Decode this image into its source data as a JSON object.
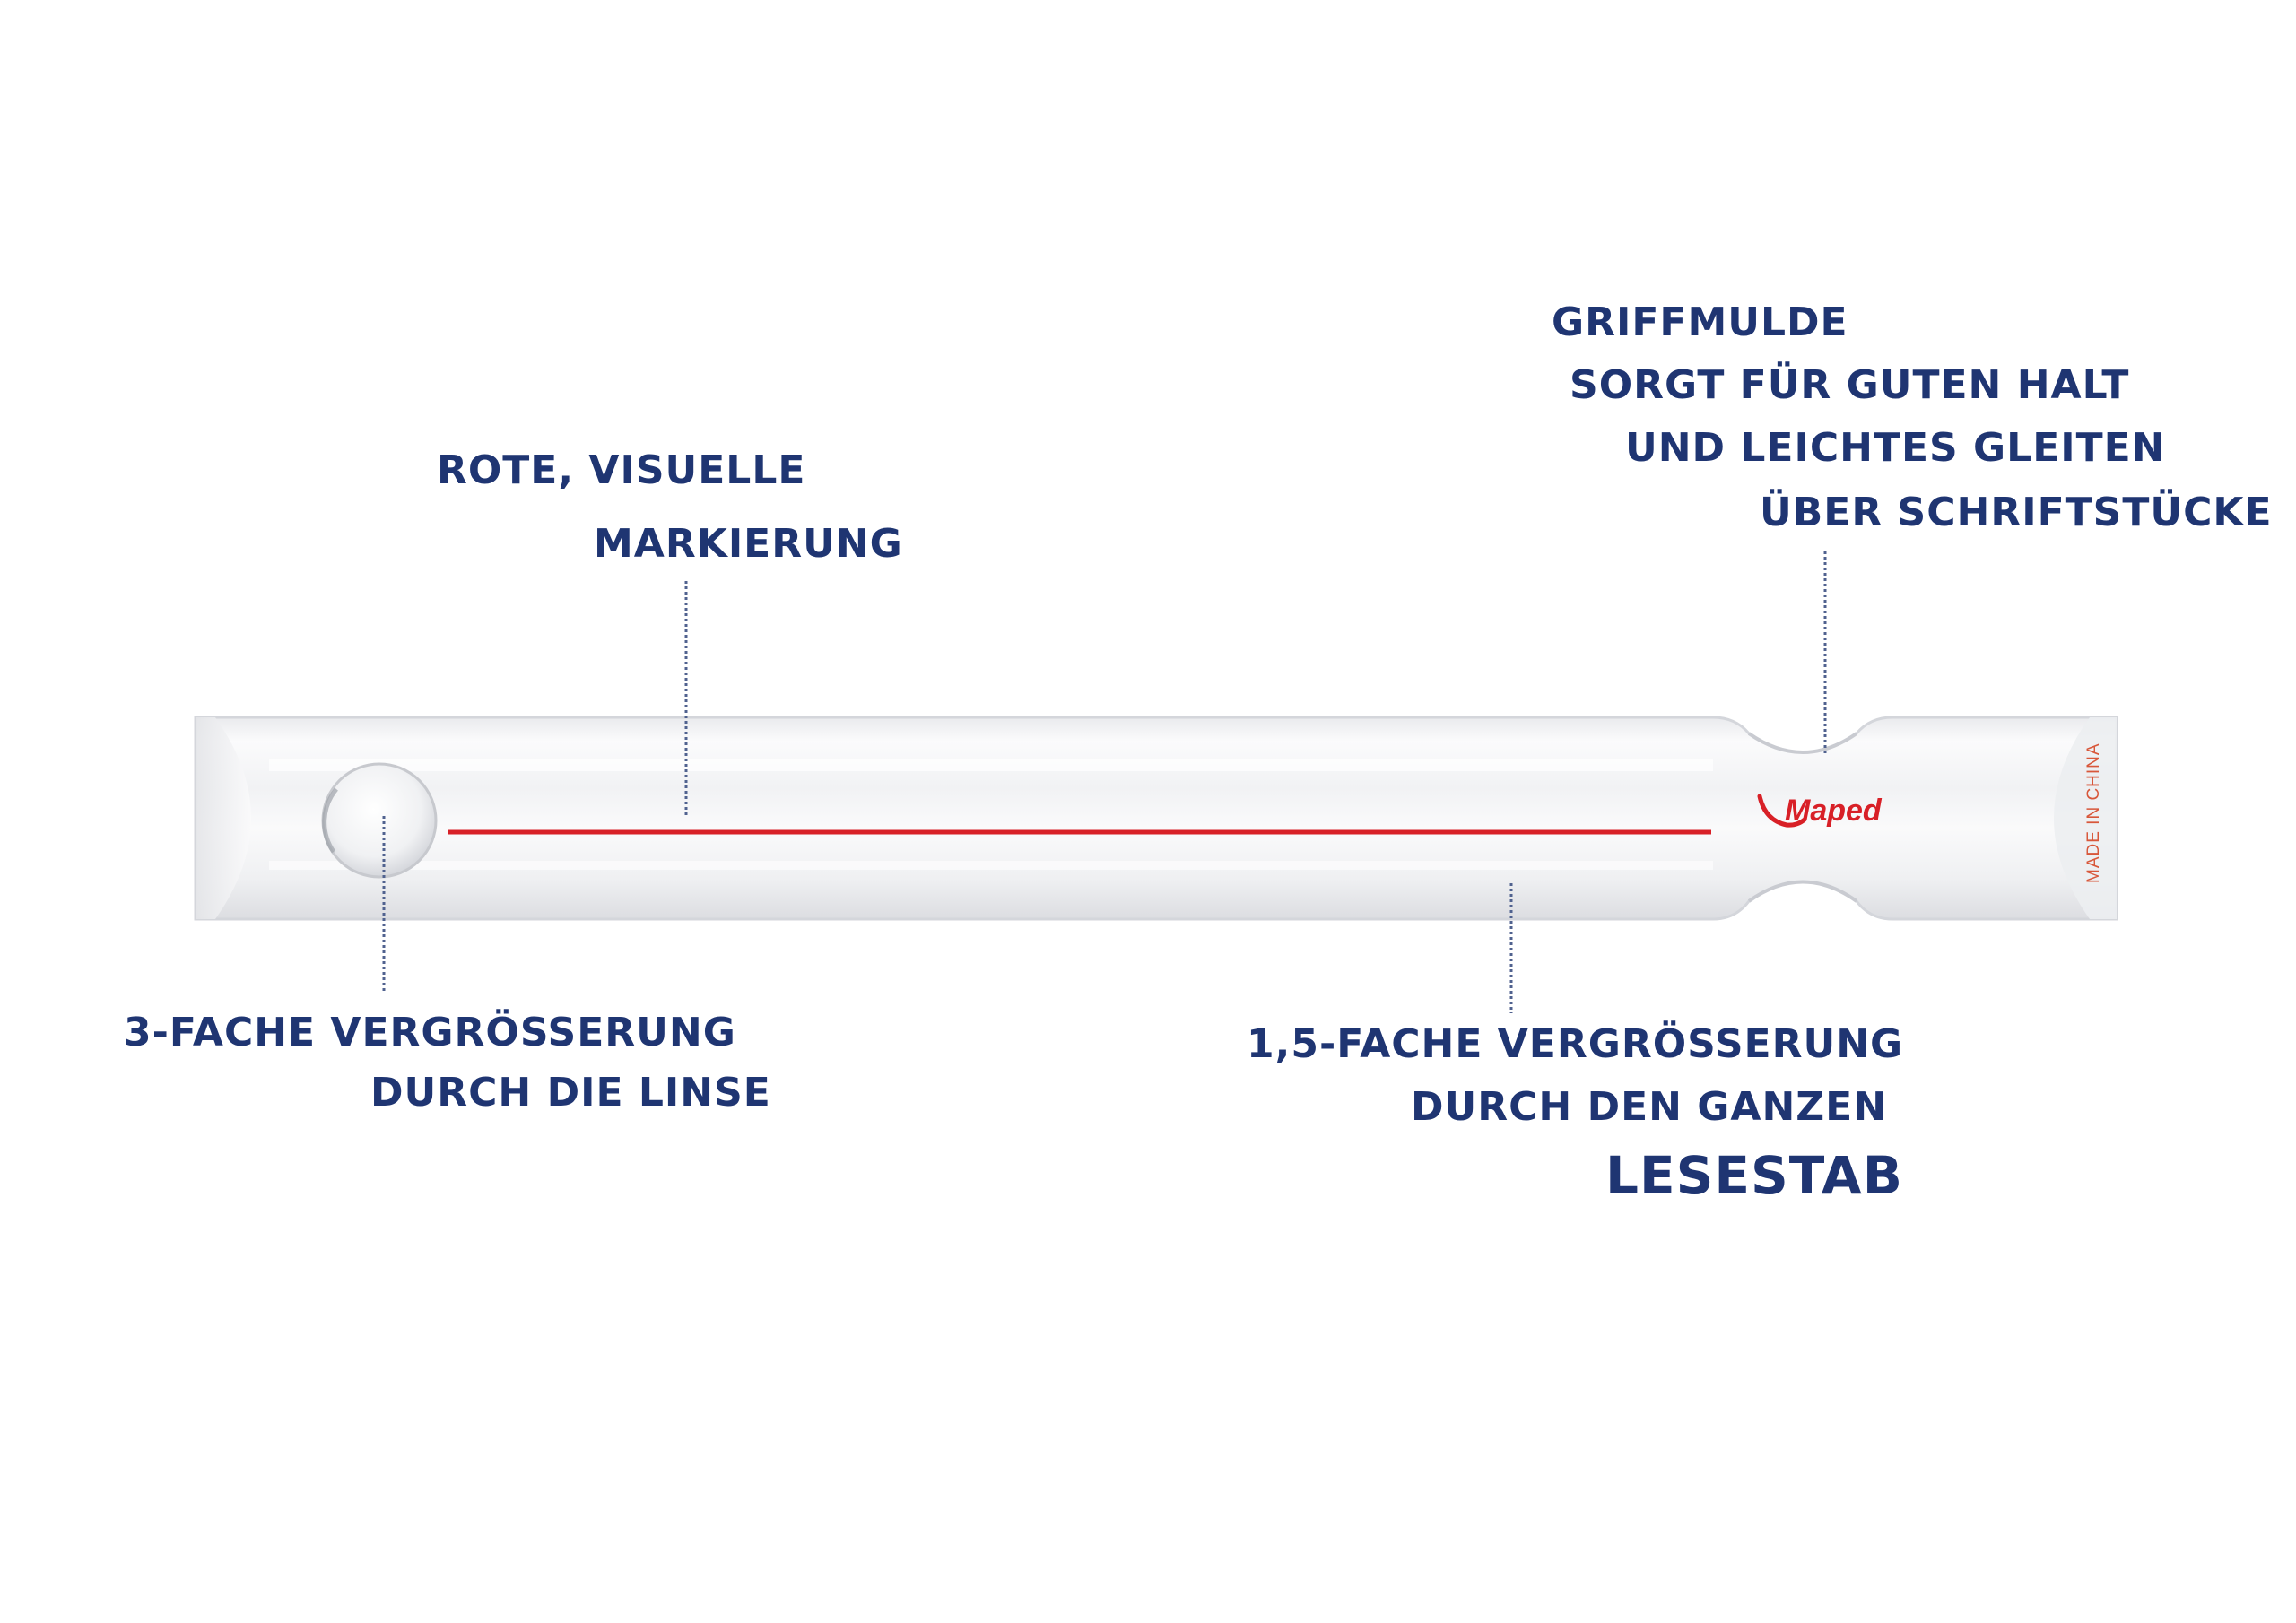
{
  "colors": {
    "annotation_text": "#1f3572",
    "leader_line": "#50628f",
    "marker_line": "#d82027",
    "brand": "#d82027",
    "background": "#ffffff",
    "product_body": "#f6f6f7"
  },
  "product": {
    "brand_logo": "Maped",
    "engraving": "MADE IN CHINA",
    "icons": [
      "maped-logo-icon",
      "magnifier-lens-icon"
    ]
  },
  "annotations": {
    "marker": {
      "line1": "ROTE, VISUELLE",
      "line2": "MARKIERUNG"
    },
    "grip": {
      "line1": "GRIFFMULDE",
      "line2": "SORGT FÜR GUTEN HALT",
      "line3": "UND LEICHTES GLEITEN",
      "line4": "ÜBER SCHRIFTSTÜCKE"
    },
    "lens": {
      "line1": "3-FACHE VERGRÖSSERUNG",
      "line2": "DURCH DIE LINSE"
    },
    "bar": {
      "line1": "1,5-FACHE VERGRÖSSERUNG",
      "line2": "DURCH DEN GANZEN",
      "line3": "LESESTAB"
    }
  }
}
